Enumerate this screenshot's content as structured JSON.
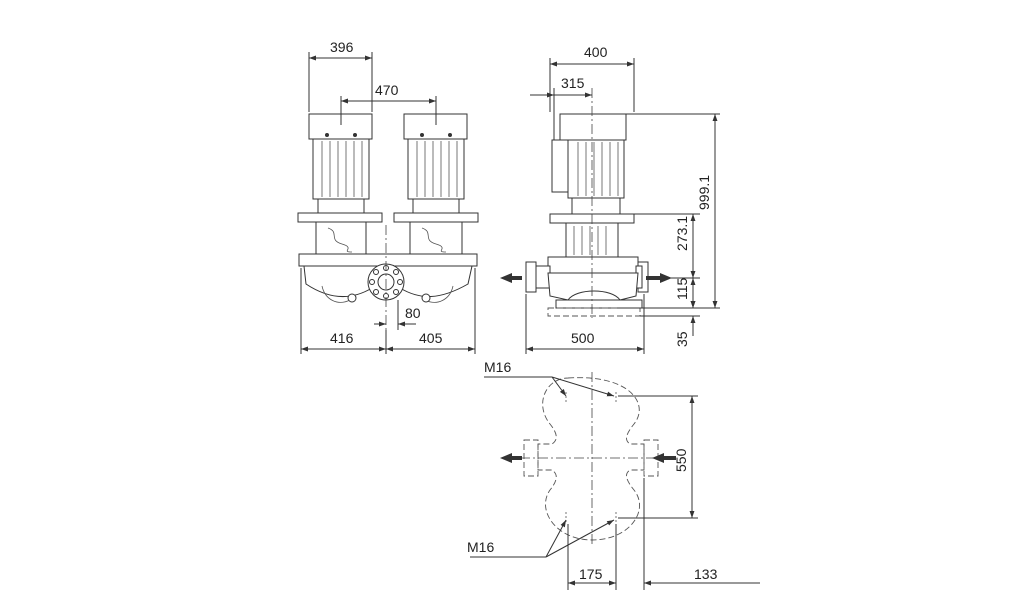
{
  "dimensions": {
    "d396": "396",
    "d470": "470",
    "d400": "400",
    "d315": "315",
    "d999": "999.1",
    "d273": "273.1",
    "d115": "115",
    "d35": "35",
    "d416": "416",
    "d405": "405",
    "d80": "80",
    "d500": "500",
    "d550": "550",
    "d175": "175",
    "d133": "133"
  },
  "callouts": {
    "bolt_top": "M16",
    "bolt_bottom": "M16"
  }
}
